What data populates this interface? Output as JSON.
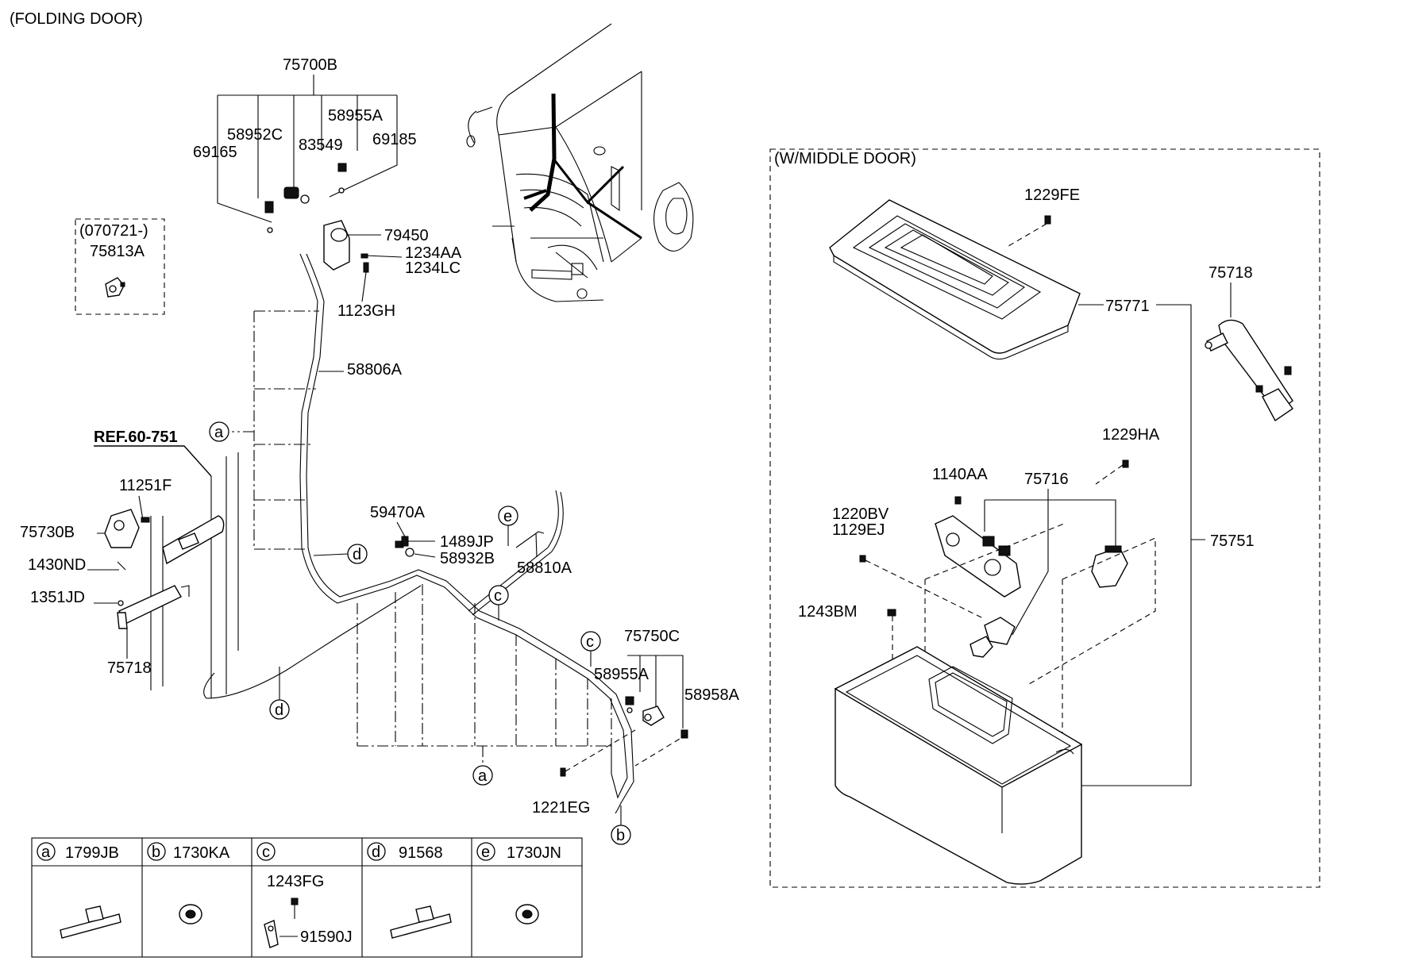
{
  "section_folding": "(FOLDING DOOR)",
  "section_middle": "(W/MIDDLE DOOR)",
  "parts": {
    "p75700B": "75700B",
    "p58952C": "58952C",
    "p58955A_top": "58955A",
    "p69165": "69165",
    "p83549": "83549",
    "p69185": "69185",
    "p79450": "79450",
    "p1234AA": "1234AA",
    "p1234LC": "1234LC",
    "p1123GH": "1123GH",
    "p070721": "(070721-)",
    "p75813A": "75813A",
    "p58806A": "58806A",
    "ref": "REF.60-751",
    "p11251F": "11251F",
    "p75730B": "75730B",
    "p1430ND": "1430ND",
    "p1351JD": "1351JD",
    "p75718_left": "75718",
    "p59470A": "59470A",
    "p1489JP": "1489JP",
    "p58932B": "58932B",
    "p58810A": "58810A",
    "p75750C": "75750C",
    "p58955A_low": "58955A",
    "p58958A": "58958A",
    "p1221EG": "1221EG",
    "p1229FE": "1229FE",
    "p75771": "75771",
    "p75718_right": "75718",
    "p1229HA": "1229HA",
    "p1140AA": "1140AA",
    "p75716": "75716",
    "p1220BV": "1220BV",
    "p1129EJ": "1129EJ",
    "p1243BM": "1243BM",
    "p75751": "75751"
  },
  "callouts": {
    "a": "a",
    "b": "b",
    "c": "c",
    "d": "d",
    "e": "e"
  },
  "legend": [
    {
      "letter": "a",
      "part": "1799JB"
    },
    {
      "letter": "b",
      "part": "1730KA"
    },
    {
      "letter": "c",
      "part": ""
    },
    {
      "letter": "d",
      "part": "91568"
    },
    {
      "letter": "e",
      "part": "1730JN"
    }
  ],
  "legend_c_parts": {
    "top": "1243FG",
    "bottom": "91590J"
  }
}
